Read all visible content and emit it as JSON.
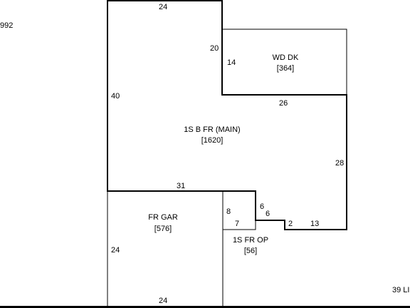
{
  "header": {
    "year_fragment": "992",
    "right_fragment": "39 LI"
  },
  "rooms": {
    "main": {
      "name": "1S B FR (MAIN)",
      "area": "[1620]"
    },
    "deck": {
      "name": "WD DK",
      "area": "[364]"
    },
    "garage": {
      "name": "FR GAR",
      "area": "[576]"
    },
    "porch": {
      "name": "1S FR OP",
      "area": "[56]"
    }
  },
  "dimensions": {
    "main_top": "24",
    "main_left": "40",
    "main_notch": "20",
    "main_bottom_right": "26",
    "main_right": "28",
    "main_bottom": "31",
    "deck_left": "14",
    "porch_a": "6",
    "porch_b": "6",
    "porch_c": "2",
    "porch_d": "13",
    "garage_left": "24",
    "garage_bottom": "24",
    "garage_inner": "8",
    "porch_width": "7"
  }
}
